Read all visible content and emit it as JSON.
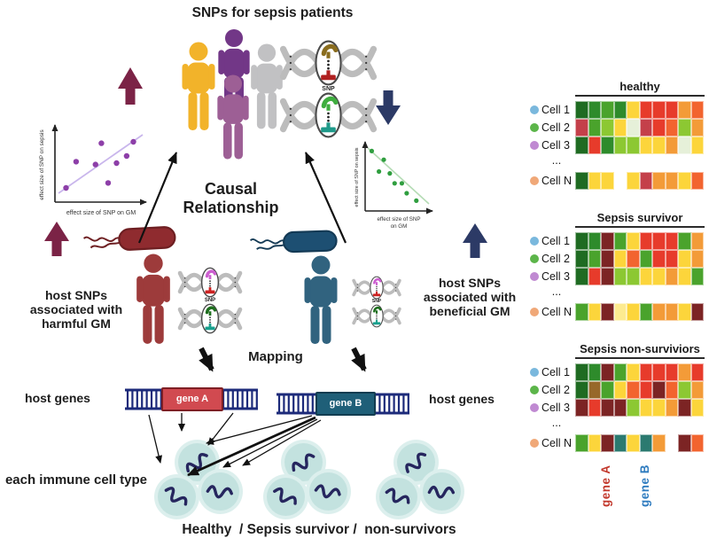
{
  "title": "SNPs for sepsis patients",
  "center": {
    "causal": "Causal Relationship",
    "mapping": "Mapping",
    "snp": "SNP"
  },
  "left_panel": {
    "harmful": "host SNPs\nassociated with\nharmful GM",
    "host_genes": "host genes",
    "immune": "each immune cell type"
  },
  "right_panel_text": {
    "beneficial": "host SNPs\nassociated with\nbeneficial GM",
    "host_genes": "host genes"
  },
  "genes": {
    "a": "gene A",
    "b": "gene B"
  },
  "caption": "Healthy  / Sepsis survivor /  non-survivors",
  "scatters": {
    "left": {
      "type": "scatter",
      "ylabel": "effect size of SNP on sepsis",
      "xlabel": "effect size of SNP on GM",
      "trend": "positive",
      "dot_color": "#8d3fa8",
      "trend_color": "#c9b6ec",
      "points": [
        [
          0.1,
          0.15
        ],
        [
          0.22,
          0.52
        ],
        [
          0.45,
          0.48
        ],
        [
          0.52,
          0.78
        ],
        [
          0.6,
          0.22
        ],
        [
          0.7,
          0.5
        ],
        [
          0.82,
          0.6
        ],
        [
          0.9,
          0.8
        ]
      ]
    },
    "right": {
      "type": "scatter",
      "ylabel": "effect size of SNP on sepsis",
      "xlabel_line1": "effect size of SNP",
      "xlabel_line2": "on GM",
      "trend": "negative",
      "dot_color": "#2f9e3f",
      "trend_color": "#b5dcb5",
      "points": [
        [
          0.08,
          0.88
        ],
        [
          0.28,
          0.74
        ],
        [
          0.2,
          0.55
        ],
        [
          0.38,
          0.52
        ],
        [
          0.46,
          0.36
        ],
        [
          0.58,
          0.36
        ],
        [
          0.66,
          0.2
        ],
        [
          0.82,
          0.08
        ]
      ]
    }
  },
  "heatmaps": {
    "row_labels": [
      "Cell 1",
      "Cell 2",
      "Cell 3",
      "...",
      "Cell N"
    ],
    "dot_colors": [
      "#7ab8dd",
      "#5cb54a",
      "#c08ad2",
      "#f0a878"
    ],
    "gene_a_label": "gene A",
    "gene_b_label": "gene B",
    "gene_a_color": "#c2372b",
    "gene_b_color": "#2e7bbf",
    "panels": [
      {
        "title": "healthy",
        "rows": [
          [
            "#1f6b22",
            "#2e8b2b",
            "#4aa32c",
            "#2e8b2b",
            "#fcd53b",
            "#e73b2b",
            "#e73b2b",
            "#e73b2b",
            "#f39b38",
            "#f2642f"
          ],
          [
            "#c4404a",
            "#4aa32c",
            "#8cc832",
            "#fcd53b",
            "#e6f0d9",
            "#c4404a",
            "#e73b2b",
            "#f2642f",
            "#8cc832",
            "#f39b38"
          ],
          [
            "#1f6b22",
            "#e73b2b",
            "#2e8b2b",
            "#8cc832",
            "#8cc832",
            "#fcd53b",
            "#fcd53b",
            "#f39b38",
            "#e6f0d9",
            "#fcd53b"
          ],
          [
            "#1f6b22",
            "#fcd53b",
            "#fcd53b",
            null,
            "#fcd53b",
            "#c4404a",
            "#f39b38",
            "#f39b38",
            "#fcd53b",
            "#f2642f"
          ]
        ]
      },
      {
        "title": "Sepsis survivor",
        "rows": [
          [
            "#1f6b22",
            "#2e8b2b",
            "#7c2424",
            "#4aa32c",
            "#fcd53b",
            "#e73b2b",
            "#e73b2b",
            "#e73b2b",
            "#4aa32c",
            "#f39b38"
          ],
          [
            "#1f6b22",
            "#4aa32c",
            "#7c2424",
            "#fcd53b",
            "#f2642f",
            "#4aa32c",
            "#e73b2b",
            "#e73b2b",
            "#fcd53b",
            "#f39b38"
          ],
          [
            "#1f6b22",
            "#e73b2b",
            "#7c2424",
            "#8cc832",
            "#8cc832",
            "#fcd53b",
            "#fcd53b",
            "#f39b38",
            "#fcd53b",
            "#4aa32c"
          ],
          [
            "#4aa32c",
            "#fcd53b",
            "#7c2424",
            "#fdeb90",
            "#fcd53b",
            "#4aa32c",
            "#f39b38",
            "#f39b38",
            "#fcd53b",
            "#7c2424"
          ]
        ]
      },
      {
        "title": "Sepsis non-surviviors",
        "rows": [
          [
            "#1f6b22",
            "#2e8b2b",
            "#7c2424",
            "#4aa32c",
            "#fcd53b",
            "#e73b2b",
            "#e73b2b",
            "#e73b2b",
            "#f39b38",
            "#e73b2b"
          ],
          [
            "#1f6b22",
            "#97682a",
            "#4aa32c",
            "#fcd53b",
            "#f2642f",
            "#e73b2b",
            "#7c2424",
            "#f2642f",
            "#8cc832",
            "#f39b38"
          ],
          [
            "#7c2424",
            "#e73b2b",
            "#7c2424",
            "#7c2424",
            "#8cc832",
            "#fcd53b",
            "#fcd53b",
            "#f39b38",
            "#7c2424",
            "#fcd53b"
          ],
          [
            "#4aa32c",
            "#fcd53b",
            "#7c2424",
            "#2b7a70",
            "#fcd53b",
            "#2b7a70",
            "#f39b38",
            null,
            "#7c2424",
            "#f2642f"
          ]
        ]
      }
    ]
  },
  "colors": {
    "maroon_arrow": "#7b2346",
    "navy_arrow": "#2c3a66",
    "harmful_accent": "#8f2b2f",
    "beneficial_accent": "#1d4f72",
    "gene_a_box": "#d14a50",
    "gene_b_box": "#1f5f78"
  }
}
